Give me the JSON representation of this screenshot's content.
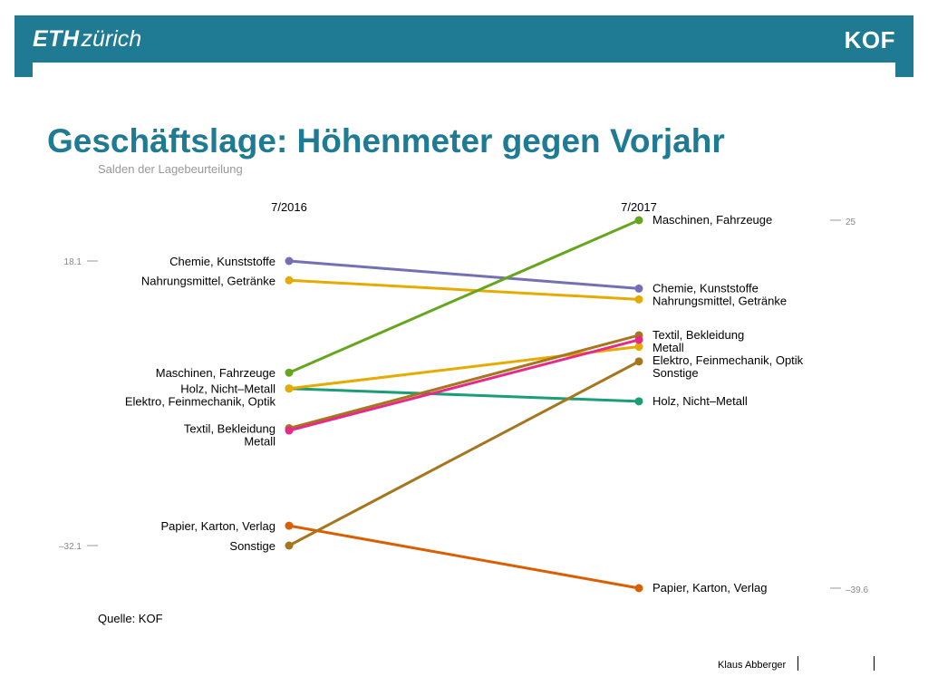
{
  "header": {
    "logo_left_bold": "ETH",
    "logo_left_rest": "zürich",
    "logo_right": "KOF",
    "bar_color": "#1f7a93"
  },
  "title": "Geschäftslage: Höhenmeter gegen Vorjahr",
  "subtitle": "Salden der Lagebeurteilung",
  "source": "Quelle: KOF",
  "footer": {
    "author": "Klaus Abberger"
  },
  "chart_data": {
    "type": "line",
    "x": [
      "7/2016",
      "7/2017"
    ],
    "axes": {
      "left": {
        "max": 18.1,
        "min": -32.1,
        "max_label": "18.1",
        "min_label": "–32.1"
      },
      "right": {
        "max": 25,
        "min": -39.6,
        "max_label": "25",
        "min_label": "–39.6"
      }
    },
    "series": [
      {
        "name": "Chemie, Kunststoffe",
        "values": [
          18.1,
          13.0
        ],
        "color": "#7570b3"
      },
      {
        "name": "Nahrungsmittel, Getränke",
        "values": [
          14.7,
          11.1
        ],
        "color": "#e6ab02"
      },
      {
        "name": "Maschinen, Fahrzeuge",
        "values": [
          -1.6,
          25.0
        ],
        "color": "#66a61e"
      },
      {
        "name": "Holz, Nicht–Metall",
        "values": [
          -4.4,
          -6.8
        ],
        "color": "#1b9e77"
      },
      {
        "name": "Elektro, Feinmechanik, Optik",
        "values": [
          -4.4,
          2.8
        ],
        "color": "#e6ab02"
      },
      {
        "name": "Textil, Bekleidung",
        "values": [
          -11.4,
          4.8
        ],
        "color": "#a6761d"
      },
      {
        "name": "Metall",
        "values": [
          -11.8,
          4.0
        ],
        "color": "#e7298a"
      },
      {
        "name": "Papier, Karton, Verlag",
        "values": [
          -28.6,
          -39.6
        ],
        "color": "#d95f02"
      },
      {
        "name": "Sonstige",
        "values": [
          -32.1,
          0.2
        ],
        "color": "#a6761d"
      }
    ]
  }
}
